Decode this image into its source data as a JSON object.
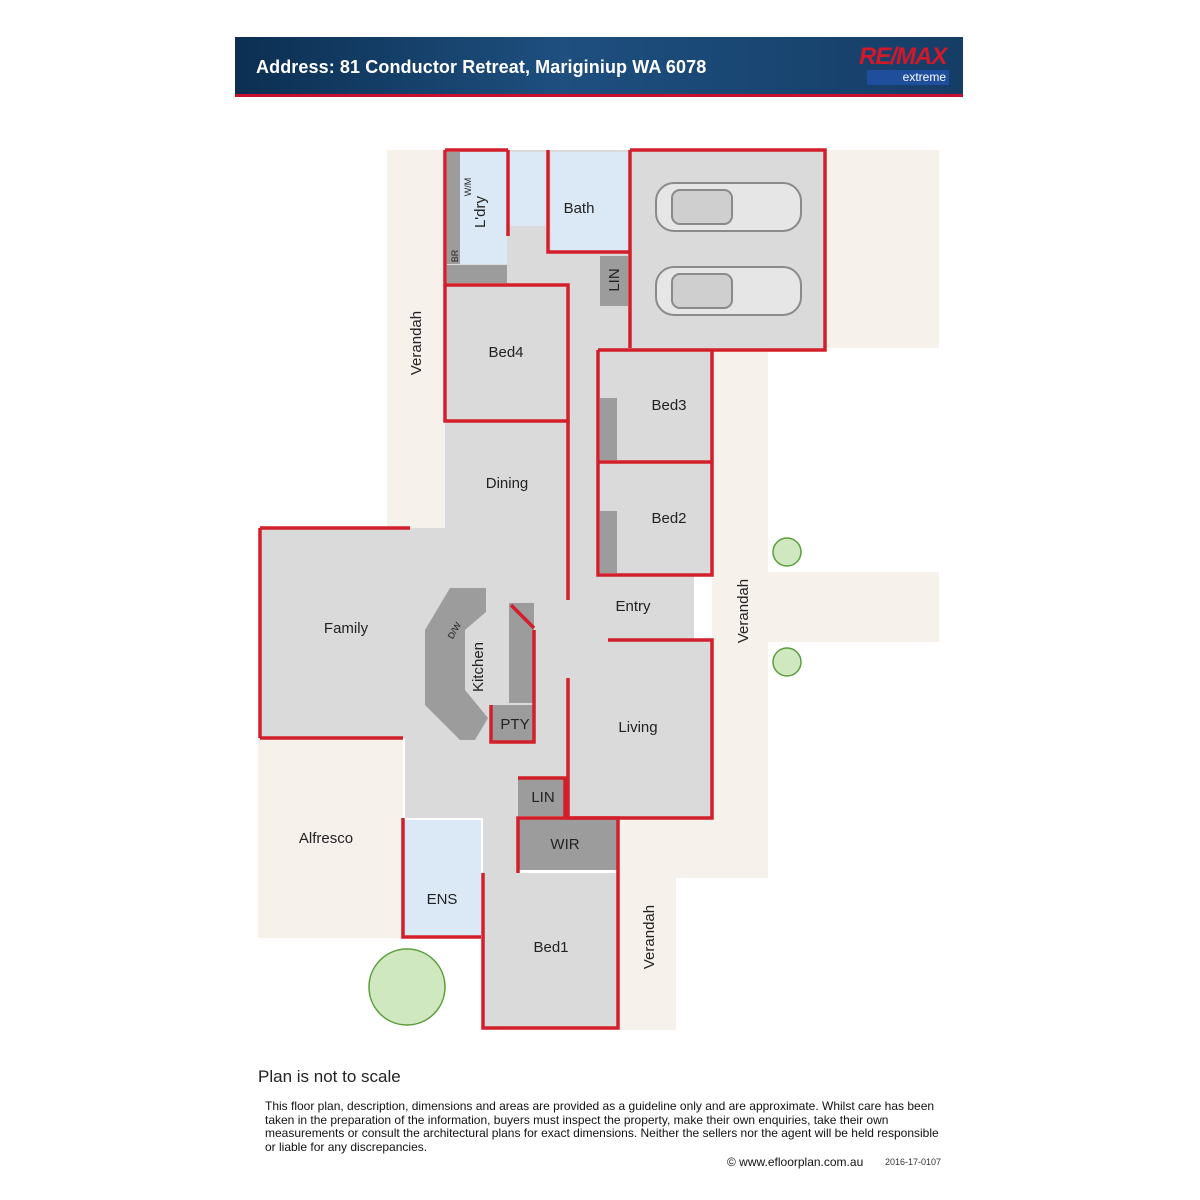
{
  "header": {
    "address": "Address: 81 Conductor Retreat, Mariginiup WA 6078",
    "logo_brand": "RE/MAX",
    "logo_sub": "extreme"
  },
  "rooms": {
    "laundry": "L'dry",
    "wm": "W/M",
    "br": "BR",
    "bath": "Bath",
    "lin_top": "LIN",
    "bed4": "Bed4",
    "bed3": "Bed3",
    "bed2": "Bed2",
    "dining": "Dining",
    "family": "Family",
    "kitchen": "Kitchen",
    "dw": "D/W",
    "pantry": "PTY",
    "entry": "Entry",
    "living": "Living",
    "lin_bottom": "LIN",
    "wir": "WIR",
    "alfresco": "Alfresco",
    "ensuite": "ENS",
    "bed1": "Bed1",
    "verandah_left": "Verandah",
    "verandah_right": "Verandah",
    "verandah_bottom": "Verandah"
  },
  "colors": {
    "wall": "#d21f2b",
    "room_fill": "#d9d9d9",
    "wet_fill": "#dde9f5",
    "outdoor_fill": "#f7f1ec",
    "banner": "#0c2f52"
  },
  "footer": {
    "scale_note": "Plan is not to scale",
    "disclaimer": "This floor plan, description, dimensions and areas are provided as a guideline only and are approximate. Whilst care has been taken in the preparation of the information, buyers must inspect the property, make their own enquiries, take their own measurements or consult the architectural plans for exact dimensions. Neither the sellers nor the agent will be held responsible or liable for any discrepancies.",
    "copyright": "© www.efloorplan.com.au",
    "code": "2016-17-0107"
  }
}
